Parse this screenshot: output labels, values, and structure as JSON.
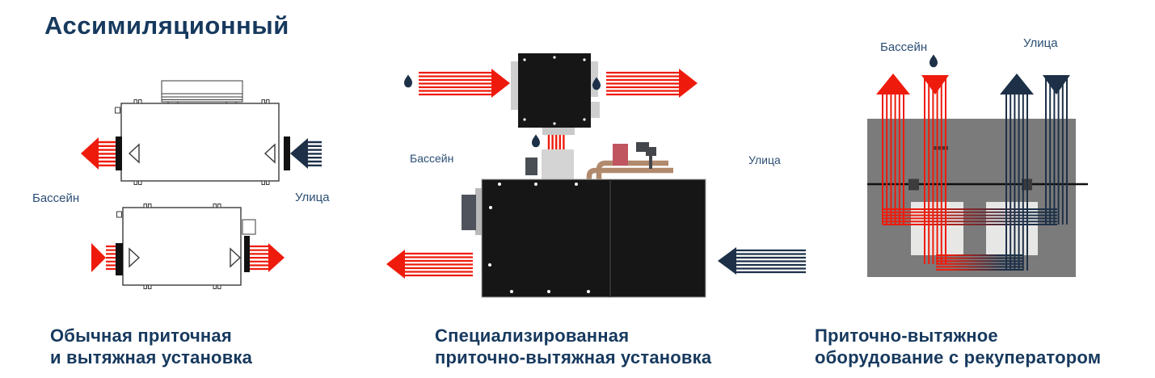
{
  "title": "Ассимиляционный",
  "colors": {
    "navy_text": "#17395e",
    "label_text": "#2b4e74",
    "red_arrow": "#ee1b0c",
    "navy_arrow": "#1d3048",
    "black_unit": "#161616",
    "gray_unit": "#7b7b7b",
    "light_gray": "#e7e7e5",
    "panel_gray": "#d4d4d4",
    "pipe_brown": "#b18a6d",
    "valve_red": "#c05560",
    "valve_gray": "#43464b",
    "outline": "#3a3a3a"
  },
  "panels": [
    {
      "id": "standard-supply-exhaust",
      "label_left": "Бассейн",
      "label_right": "Улица",
      "caption_line1": "Обычная приточная",
      "caption_line2": "и вытяжная установка"
    },
    {
      "id": "specialized-unit",
      "label_left": "Бассейн",
      "label_right": "Улица",
      "caption_line1": "Специализированная",
      "caption_line2": "приточно-вытяжная установка"
    },
    {
      "id": "recuperator-unit",
      "label_left": "Бассейн",
      "label_right": "Улица",
      "caption_line1": "Приточно-вытяжное",
      "caption_line2": "оборудование с рекуператором"
    }
  ]
}
